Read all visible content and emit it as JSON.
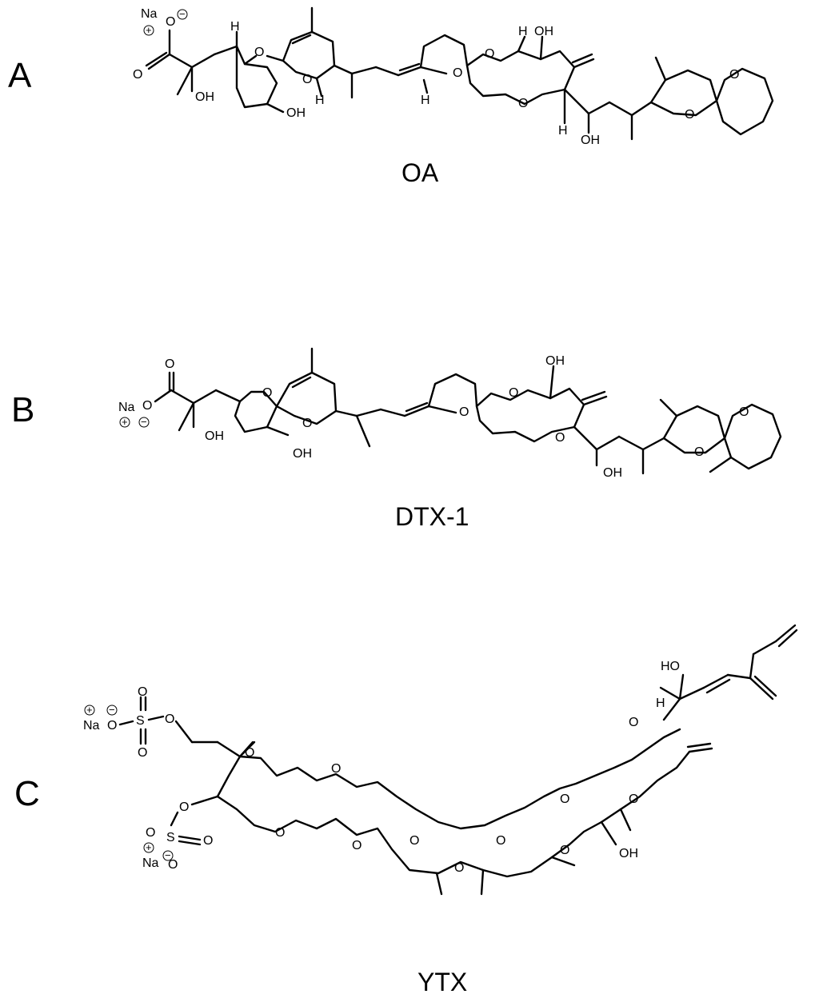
{
  "panels": [
    {
      "letter": "A",
      "name": "OA"
    },
    {
      "letter": "B",
      "name": "DTX-1"
    },
    {
      "letter": "C",
      "name": "YTX"
    }
  ],
  "atoms": {
    "oxygen": "O",
    "hydroxyl": "OH",
    "hydroxyl_left": "HO",
    "hydrogen": "H",
    "sodium": "Na",
    "sulfur": "S",
    "plus": "+",
    "minus": "−"
  }
}
